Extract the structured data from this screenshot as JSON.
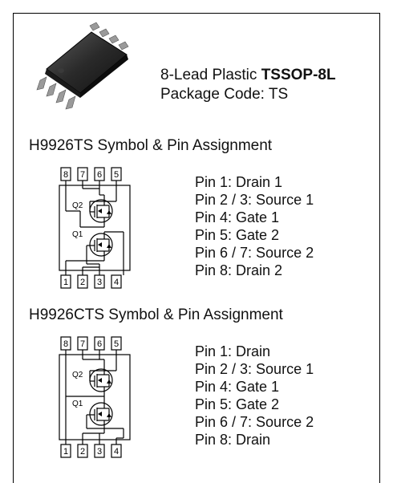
{
  "package": {
    "line1_prefix": "8-Lead Plastic ",
    "line1_bold": "TSSOP-8L",
    "line2": "Package Code: TS"
  },
  "sections": [
    {
      "title": "H9926TS Symbol & Pin Assignment",
      "top_labels": [
        "8",
        "7",
        "6",
        "5"
      ],
      "bottom_labels": [
        "1",
        "2",
        "3",
        "4"
      ],
      "transistors": [
        "Q2",
        "Q1"
      ],
      "pins": [
        "Pin 1: Drain 1",
        "Pin 2 / 3: Source 1",
        "Pin 4: Gate 1",
        "Pin 5: Gate 2",
        "Pin 6 / 7: Source 2",
        "Pin 8: Drain 2"
      ]
    },
    {
      "title": "H9926CTS Symbol & Pin Assignment",
      "top_labels": [
        "8",
        "7",
        "6",
        "5"
      ],
      "bottom_labels": [
        "1",
        "2",
        "3",
        "4"
      ],
      "transistors": [
        "Q2",
        "Q1"
      ],
      "pins": [
        "Pin 1: Drain",
        "Pin 2 / 3: Source 1",
        "Pin 4: Gate 1",
        "Pin 5: Gate 2",
        "Pin 6 / 7: Source 2",
        "Pin 8: Drain"
      ]
    }
  ]
}
